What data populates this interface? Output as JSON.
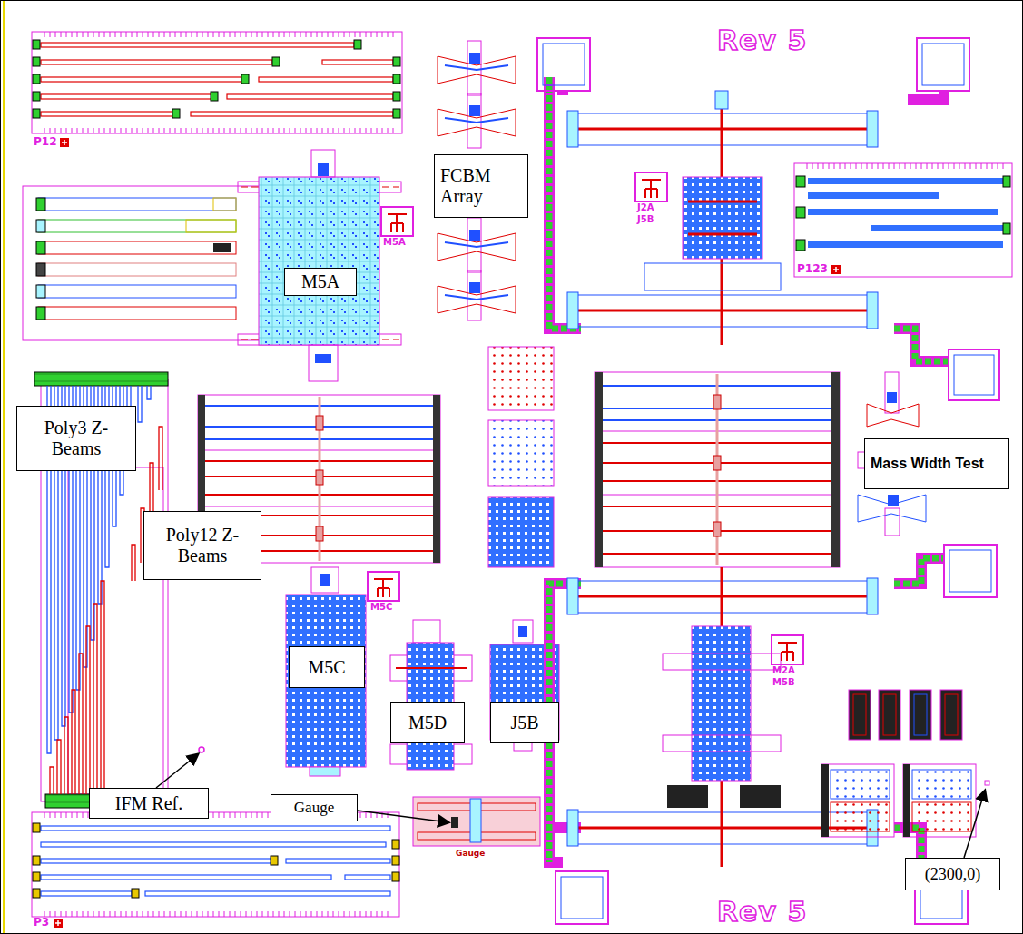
{
  "diagram": {
    "nodes": [
      {
        "text": [
          "FCBM Array"
        ]
      },
      {
        "text": [
          "M5A"
        ]
      },
      {
        "text": [
          "Mass Width Test"
        ]
      },
      {
        "text": [
          "Poly3 Z-Beams"
        ]
      },
      {
        "text": [
          "Poly12 Z-Beams"
        ]
      },
      {
        "text": [
          "M5C"
        ]
      },
      {
        "text": [
          "M5D"
        ]
      },
      {
        "text": [
          "J5B"
        ]
      },
      {
        "text": [
          "IFM Ref."
        ]
      },
      {
        "text": [
          "Gauge"
        ]
      },
      {
        "text": [
          "(2300,0)"
        ]
      }
    ],
    "edges": [],
    "labels": [
      "Rev 5",
      "P12",
      "P123",
      "M5A",
      "J2A",
      "J5B",
      "M5C",
      "M2A",
      "M5B",
      "Gauge",
      "P3",
      "Rev 5"
    ]
  }
}
